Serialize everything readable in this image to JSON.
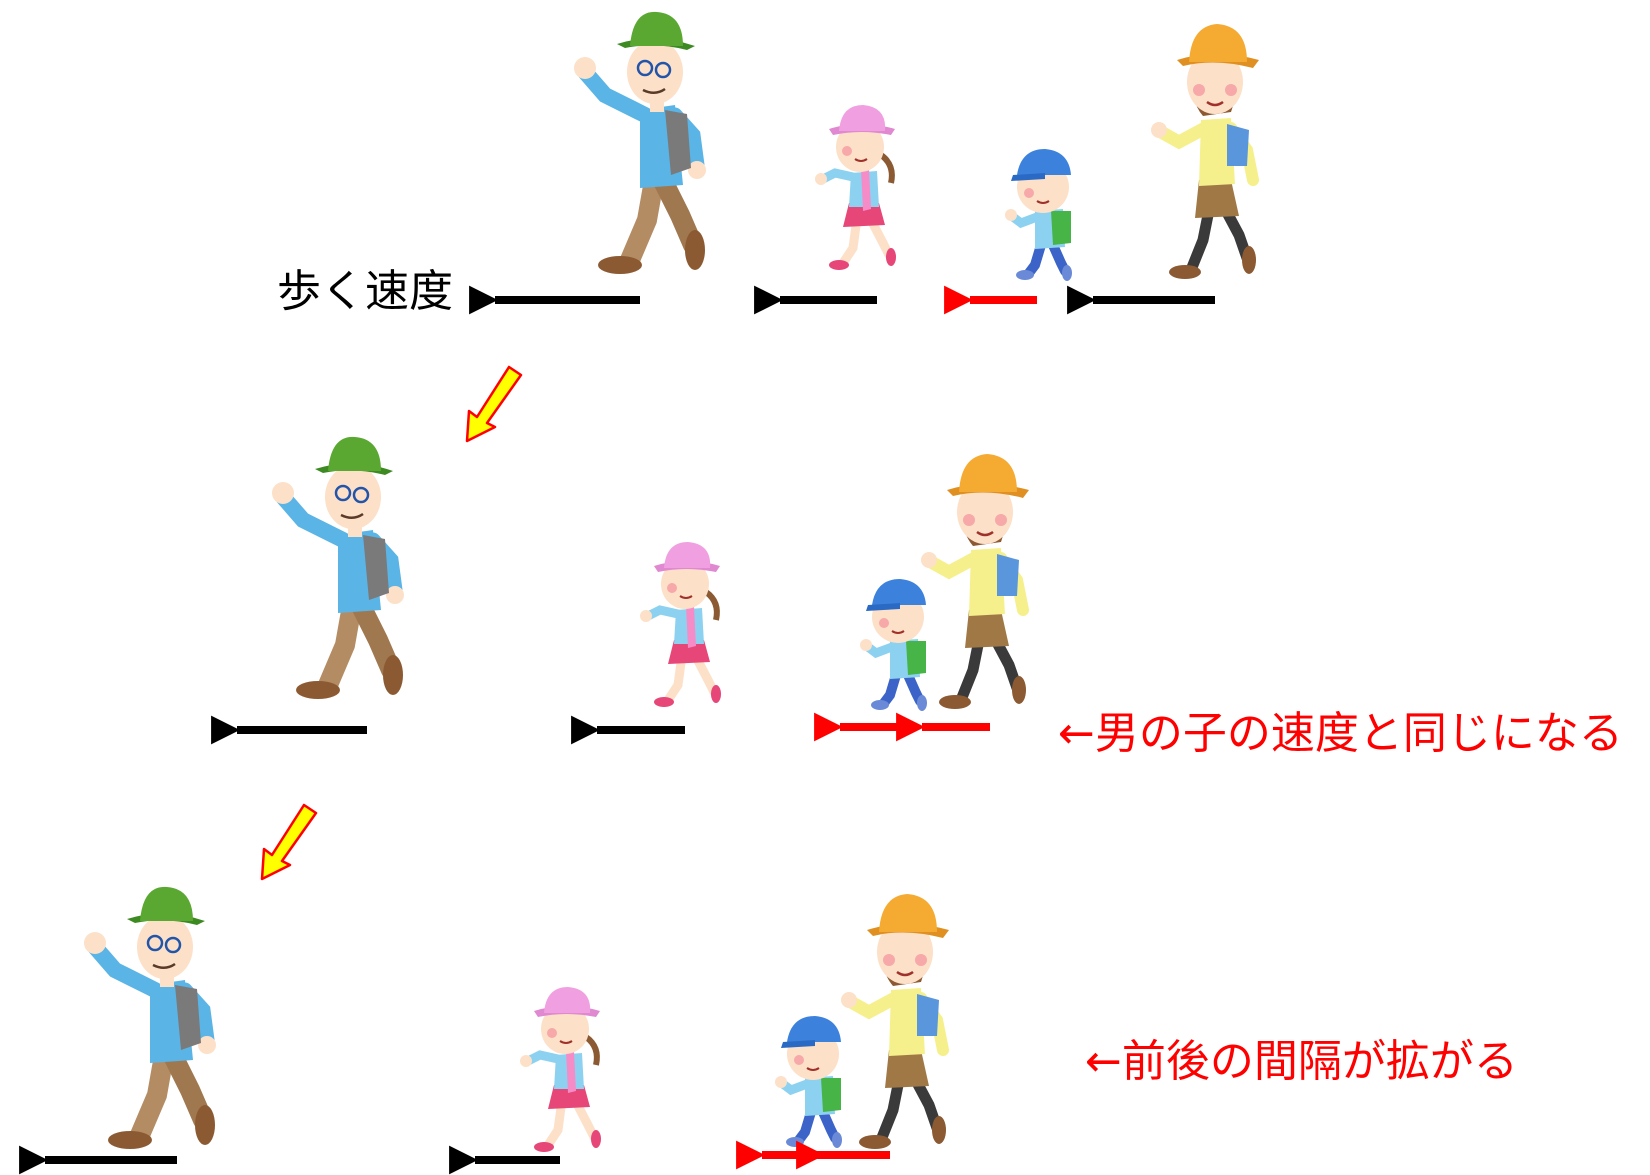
{
  "labels": {
    "walking_speed": "歩く速度",
    "same_speed_note": "←男の子の速度と同じになる",
    "gap_widens_note": "←前後の間隔が拡がる"
  },
  "colors": {
    "black_arrow": "#000000",
    "red_arrow": "#ff0000",
    "note_text": "#ff0000",
    "transition_arrow_fill": "#ffff00",
    "transition_arrow_stroke": "#ff0000",
    "father_hat": "#5aa832",
    "father_shirt": "#5ab4e6",
    "father_pants": "#b48c64",
    "father_bag": "#7a7a7a",
    "girl_hat": "#f0a0e0",
    "girl_shirt": "#8cd2f0",
    "girl_scarf": "#f58cc8",
    "girl_skirt": "#e64678",
    "boy_cap": "#3c82dc",
    "boy_bag": "#46b446",
    "boy_pants": "#3c64c8",
    "mother_hat": "#f5aa32",
    "mother_shirt": "#f5f08c",
    "mother_skirt": "#a07846",
    "mother_bag": "#5a96dc",
    "skin": "#fde0c8",
    "shoe": "#8c5a32"
  },
  "icons": [
    "father-hiker-icon",
    "girl-hiker-icon",
    "boy-hiker-icon",
    "mother-hiker-icon",
    "speed-arrow-icon",
    "transition-arrow-icon"
  ]
}
